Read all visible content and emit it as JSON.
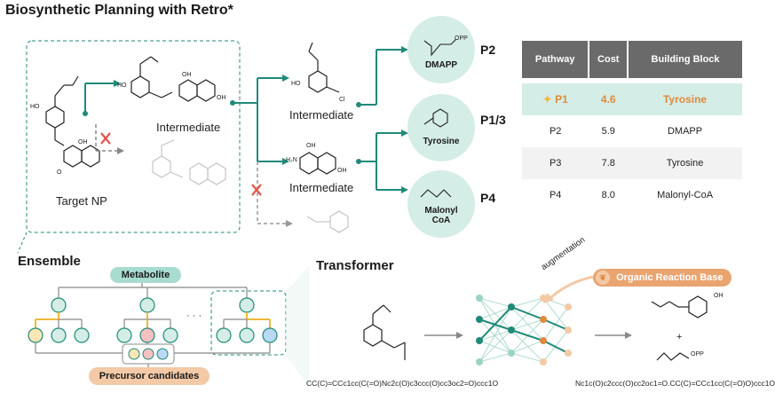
{
  "title": "Biosynthetic Planning with Retro*",
  "labels": {
    "target": "Target NP",
    "intermediate_top": "Intermediate",
    "intermediate_mid1": "Intermediate",
    "intermediate_mid2": "Intermediate"
  },
  "precursors": [
    {
      "name": "DMAPP",
      "pathway": "P2",
      "sub": "OPP"
    },
    {
      "name": "Tyrosine",
      "pathway": "P1/3"
    },
    {
      "name_line1": "Malonyl",
      "name_line2": "CoA",
      "pathway": "P4"
    }
  ],
  "table": {
    "headers": [
      "Pathway",
      "Cost",
      "Building Block"
    ],
    "rows": [
      {
        "pathway": "P1",
        "cost": "4.6",
        "block": "Tyrosine",
        "highlight": true
      },
      {
        "pathway": "P2",
        "cost": "5.9",
        "block": "DMAPP"
      },
      {
        "pathway": "P3",
        "cost": "7.8",
        "block": "Tyrosine"
      },
      {
        "pathway": "P4",
        "cost": "8.0",
        "block": "Malonyl-CoA"
      }
    ]
  },
  "ensemble": {
    "title": "Ensemble",
    "metabolite": "Metabolite",
    "precursor": "Precursor candidates",
    "ellipsis": "· · ·"
  },
  "transformer": {
    "title": "Transformer",
    "augmentation": "augmentation",
    "reaction_base": "Organic Reaction Base",
    "smiles_in": "CC(C)=CCc1cc(C(=O)Nc2c(O)c3ccc(O)cc3oc2=O)ccc1O",
    "smiles_out": "Nc1c(O)c2ccc(O)cc2oc1=O.CC(C)=CCc1cc(C(=O)O)ccc1O",
    "plus": "+",
    "opp": "OPP"
  },
  "colors": {
    "teal": "#1f8a78",
    "teal_light": "#d4ede6",
    "orange": "#e08a3c",
    "peach": "#f3c9a6",
    "gold": "#f0b93a"
  }
}
